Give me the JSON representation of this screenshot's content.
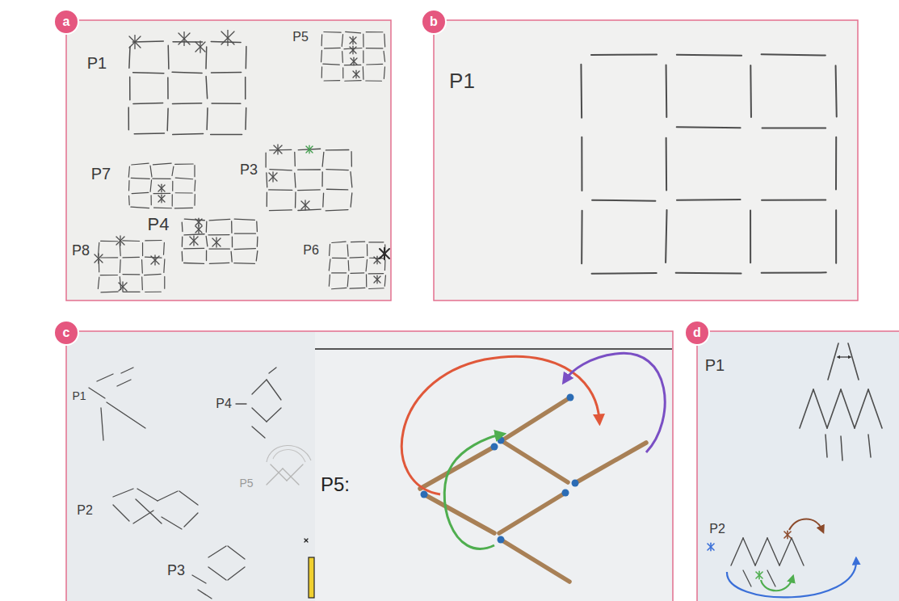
{
  "diagram": {
    "labels": [
      "a",
      "b",
      "c",
      "d",
      "P1",
      "P5",
      "P7",
      "P3",
      "P4",
      "P8",
      "P6",
      "P1",
      "P1",
      "P4",
      "P2",
      "P5",
      "P3",
      "P5:",
      "P1",
      "P2"
    ]
  }
}
